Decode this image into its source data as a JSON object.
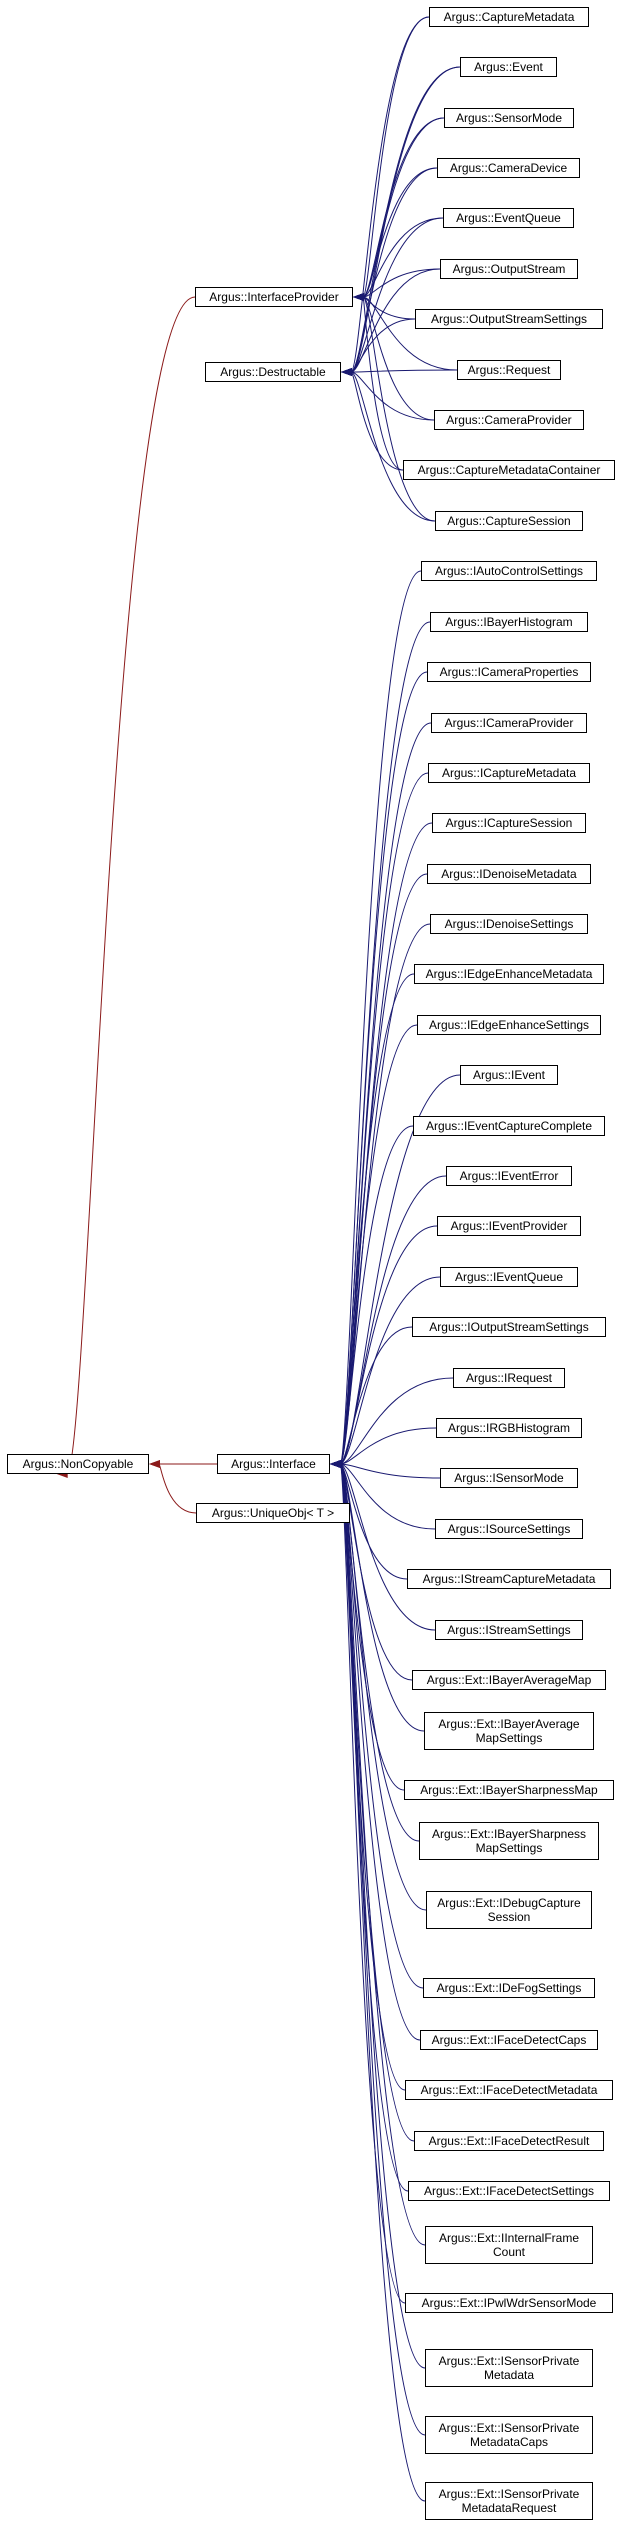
{
  "diagram": {
    "nodes": {
      "noncopyable": "Argus::NonCopyable",
      "interface_provider": "Argus::InterfaceProvider",
      "destructable": "Argus::Destructable",
      "interface": "Argus::Interface",
      "uniqueobj": "Argus::UniqueObj< T >",
      "capture_metadata": "Argus::CaptureMetadata",
      "event": "Argus::Event",
      "sensor_mode": "Argus::SensorMode",
      "camera_device": "Argus::CameraDevice",
      "event_queue": "Argus::EventQueue",
      "output_stream": "Argus::OutputStream",
      "output_stream_settings": "Argus::OutputStreamSettings",
      "request": "Argus::Request",
      "camera_provider": "Argus::CameraProvider",
      "capture_metadata_container": "Argus::CaptureMetadataContainer",
      "capture_session": "Argus::CaptureSession",
      "i_auto_control_settings": "Argus::IAutoControlSettings",
      "i_bayer_histogram": "Argus::IBayerHistogram",
      "i_camera_properties": "Argus::ICameraProperties",
      "i_camera_provider": "Argus::ICameraProvider",
      "i_capture_metadata": "Argus::ICaptureMetadata",
      "i_capture_session": "Argus::ICaptureSession",
      "i_denoise_metadata": "Argus::IDenoiseMetadata",
      "i_denoise_settings": "Argus::IDenoiseSettings",
      "i_edge_enhance_metadata": "Argus::IEdgeEnhanceMetadata",
      "i_edge_enhance_settings": "Argus::IEdgeEnhanceSettings",
      "i_event": "Argus::IEvent",
      "i_event_capture_complete": "Argus::IEventCaptureComplete",
      "i_event_error": "Argus::IEventError",
      "i_event_provider": "Argus::IEventProvider",
      "i_event_queue": "Argus::IEventQueue",
      "i_output_stream_settings": "Argus::IOutputStreamSettings",
      "i_request": "Argus::IRequest",
      "i_rgb_histogram": "Argus::IRGBHistogram",
      "i_sensor_mode": "Argus::ISensorMode",
      "i_source_settings": "Argus::ISourceSettings",
      "i_stream_capture_metadata": "Argus::IStreamCaptureMetadata",
      "i_stream_settings": "Argus::IStreamSettings",
      "ext_i_bayer_average_map": "Argus::Ext::IBayerAverageMap",
      "ext_i_bayer_average_map_settings": "Argus::Ext::IBayerAverage\nMapSettings",
      "ext_i_bayer_sharpness_map": "Argus::Ext::IBayerSharpnessMap",
      "ext_i_bayer_sharpness_map_settings": "Argus::Ext::IBayerSharpness\nMapSettings",
      "ext_i_debug_capture_session": "Argus::Ext::IDebugCapture\nSession",
      "ext_i_defog_settings": "Argus::Ext::IDeFogSettings",
      "ext_i_face_detect_caps": "Argus::Ext::IFaceDetectCaps",
      "ext_i_face_detect_metadata": "Argus::Ext::IFaceDetectMetadata",
      "ext_i_face_detect_result": "Argus::Ext::IFaceDetectResult",
      "ext_i_face_detect_settings": "Argus::Ext::IFaceDetectSettings",
      "ext_i_internal_frame_count": "Argus::Ext::IInternalFrame\nCount",
      "ext_i_pwl_wdr_sensor_mode": "Argus::Ext::IPwlWdrSensorMode",
      "ext_i_sensor_private_metadata": "Argus::Ext::ISensorPrivate\nMetadata",
      "ext_i_sensor_private_metadata_caps": "Argus::Ext::ISensorPrivate\nMetadataCaps",
      "ext_i_sensor_private_metadata_request": "Argus::Ext::ISensorPrivate\nMetadataRequest"
    },
    "colors": {
      "inheritance_edge": "#191970",
      "template_edge": "#8b1a1a"
    }
  }
}
